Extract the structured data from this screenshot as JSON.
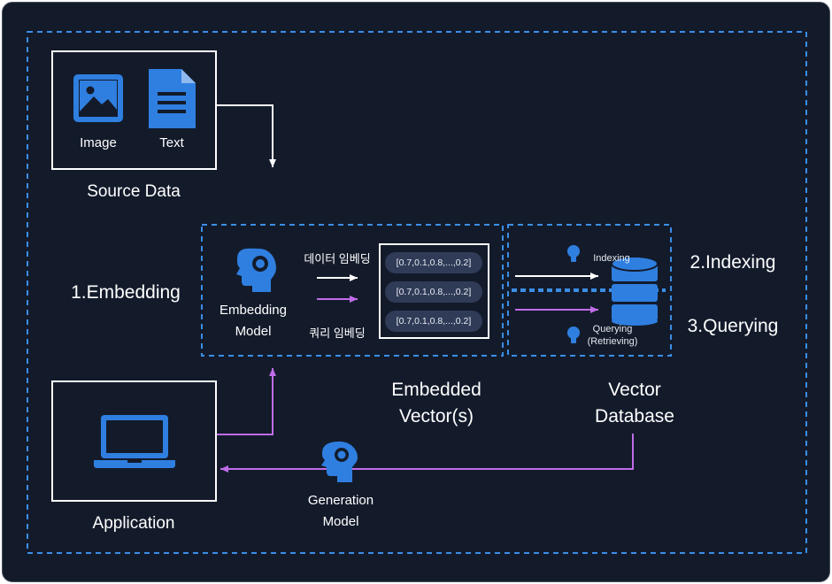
{
  "source": {
    "title": "Source Data",
    "image_label": "Image",
    "text_label": "Text"
  },
  "embedding": {
    "step_label": "1.Embedding",
    "model_label_line1": "Embedding",
    "model_label_line2": "Model",
    "data_embedding_label": "데이터 임베딩",
    "query_embedding_label": "쿼리 임베딩"
  },
  "vectors": {
    "items": [
      "[0.7,0.1,0.8,...,0.2]",
      "[0.7,0.1,0.8,...,0.2]",
      "[0.7,0.1,0.8,...,0.2]"
    ],
    "label_line1": "Embedded",
    "label_line2": "Vector(s)"
  },
  "database": {
    "indexing_small": "Indexing",
    "querying_small_line1": "Querying",
    "querying_small_line2": "(Retrieving)",
    "label_line1": "Vector",
    "label_line2": "Database",
    "step_indexing": "2.Indexing",
    "step_querying": "3.Querying"
  },
  "application": {
    "label": "Application"
  },
  "generation": {
    "label_line1": "Generation",
    "label_line2": "Model"
  },
  "colors": {
    "background": "#131b2b",
    "accent_blue": "#2f7fe0",
    "dashed_blue": "#3a8ee6",
    "query_purple": "#c06ce8",
    "pill": "#2f3b57"
  }
}
